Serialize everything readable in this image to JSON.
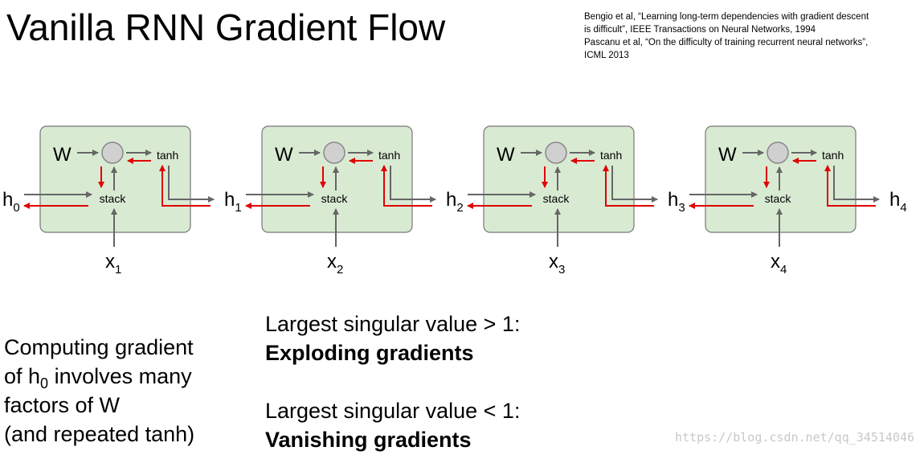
{
  "title": "Vanilla RNN Gradient Flow",
  "references": [
    "Bengio et al, “Learning long-term dependencies with gradient descent",
    "is difficult”, IEEE Transactions on Neural Networks, 1994",
    "Pascanu et al, “On the difficulty of training recurrent neural networks”,",
    "ICML 2013"
  ],
  "diagram": {
    "cell_labels": {
      "weight": "W",
      "activation": "tanh",
      "concat": "stack"
    },
    "hidden_states": [
      {
        "base": "h",
        "sub": "0"
      },
      {
        "base": "h",
        "sub": "1"
      },
      {
        "base": "h",
        "sub": "2"
      },
      {
        "base": "h",
        "sub": "3"
      },
      {
        "base": "h",
        "sub": "4"
      }
    ],
    "inputs": [
      {
        "base": "x",
        "sub": "1"
      },
      {
        "base": "x",
        "sub": "2"
      },
      {
        "base": "x",
        "sub": "3"
      },
      {
        "base": "x",
        "sub": "4"
      }
    ],
    "colors": {
      "cell_fill": "#d9ead3",
      "cell_stroke": "#777777",
      "node_fill": "#d0d0d0",
      "forward_arrow": "#666666",
      "gradient_arrow": "#e00000"
    }
  },
  "left_note": {
    "line1": "Computing gradient",
    "line2_pre": "of h",
    "line2_sub": "0",
    "line2_post": " involves many",
    "line3": "factors of W",
    "line4": "(and repeated tanh)"
  },
  "cases": [
    {
      "condition": "Largest singular value > 1:",
      "result": "Exploding gradients"
    },
    {
      "condition": "Largest singular value < 1:",
      "result": "Vanishing gradients"
    }
  ],
  "watermark": "https://blog.csdn.net/qq_34514046"
}
